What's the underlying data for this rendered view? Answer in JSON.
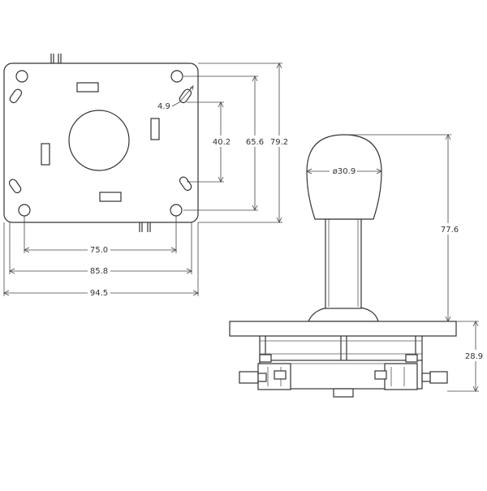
{
  "dimensions": {
    "hole_slot_offset": "4.9",
    "inner_slot_spacing": "40.2",
    "hole_spacing_vertical": "65.6",
    "plate_height": "79.2",
    "hole_spacing_horizontal": "75.0",
    "inner_width": "85.8",
    "plate_width": "94.5",
    "ball_diameter": "ø30.9",
    "stick_height": "77.6",
    "body_depth": "28.9"
  }
}
